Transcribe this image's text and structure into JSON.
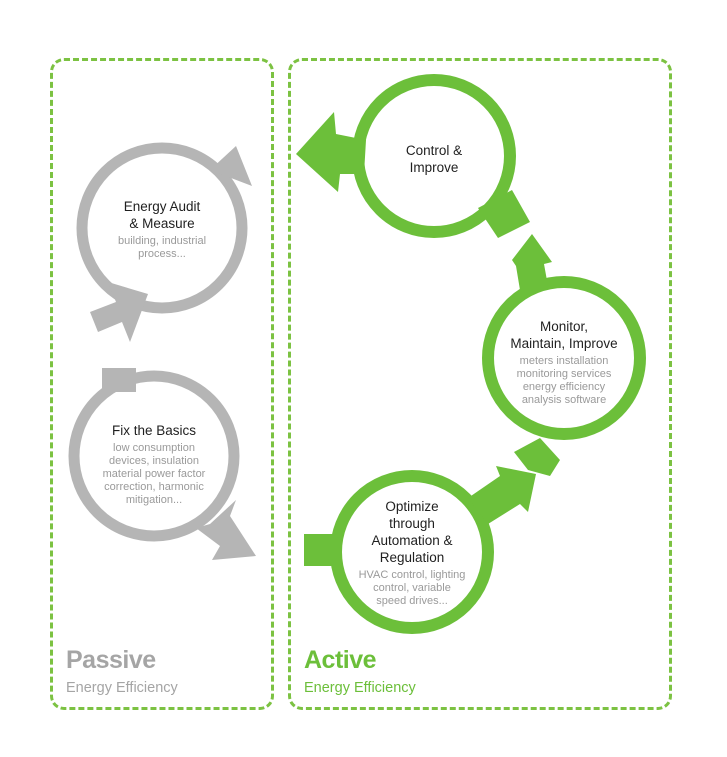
{
  "colors": {
    "gray": "#b5b5b5",
    "green": "#6cbf3a",
    "dash": "#7cc242"
  },
  "passive": {
    "title": "Passive",
    "subtitle": "Energy Efficiency",
    "steps": [
      {
        "title": "Energy Audit\n& Measure",
        "desc": "building, industrial\nprocess..."
      },
      {
        "title": "Fix the Basics",
        "desc": "low consumption\ndevices, insulation\nmaterial power factor\ncorrection, harmonic\nmitigation..."
      }
    ]
  },
  "active": {
    "title": "Active",
    "subtitle": "Energy Efficiency",
    "steps": [
      {
        "title": "Optimize\nthrough\nAutomation &\nRegulation",
        "desc": "HVAC control, lighting\ncontrol, variable\nspeed drives..."
      },
      {
        "title": "Monitor,\nMaintain, Improve",
        "desc": "meters installation\nmonitoring services\nenergy efficiency\nanalysis software"
      },
      {
        "title": "Control &\nImprove",
        "desc": ""
      }
    ]
  }
}
